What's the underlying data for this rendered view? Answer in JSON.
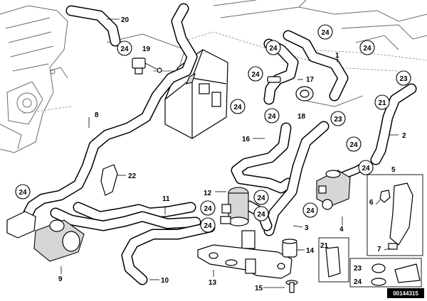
{
  "callouts": {
    "circle_label": "24",
    "label_23": "23",
    "label_21": "21"
  },
  "labels": {
    "p1": "1",
    "p2": "2",
    "p3": "3",
    "p4": "4",
    "p5": "5",
    "p6": "6",
    "p7": "7",
    "p8": "8",
    "p9": "9",
    "p10": "10",
    "p11": "11",
    "p12": "12",
    "p13": "13",
    "p14": "14",
    "p15": "15",
    "p16": "16",
    "p17": "17",
    "p18": "18",
    "p19": "19",
    "p20": "20",
    "p21": "21",
    "p22": "22",
    "p23": "23",
    "p24": "24"
  },
  "diagram_code": "00144315"
}
